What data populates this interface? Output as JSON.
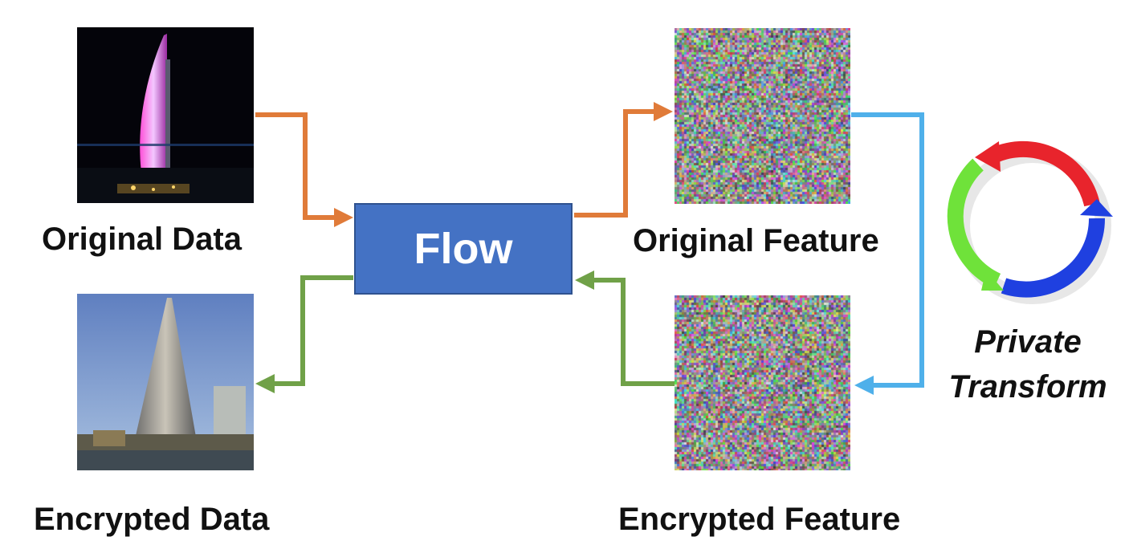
{
  "labels": {
    "original_data": "Original Data",
    "encrypted_data": "Encrypted Data",
    "original_feature": "Original Feature",
    "encrypted_feature": "Encrypted Feature",
    "flow": "Flow",
    "private_transform_line1": "Private",
    "private_transform_line2": "Transform"
  },
  "colors": {
    "forward_arrow": "#e07b39",
    "backward_arrow": "#70a148",
    "transform_arrow": "#4fb0ea",
    "flow_box": "#4472c4",
    "cycle_red": "#e8242c",
    "cycle_blue": "#1f40e0",
    "cycle_green": "#6fe23a"
  },
  "icons": {
    "cycle": "circular-arrows-icon",
    "original_image": "tower-night-photo",
    "encrypted_image": "tower-day-photo",
    "feature_noise": "noise-texture"
  }
}
